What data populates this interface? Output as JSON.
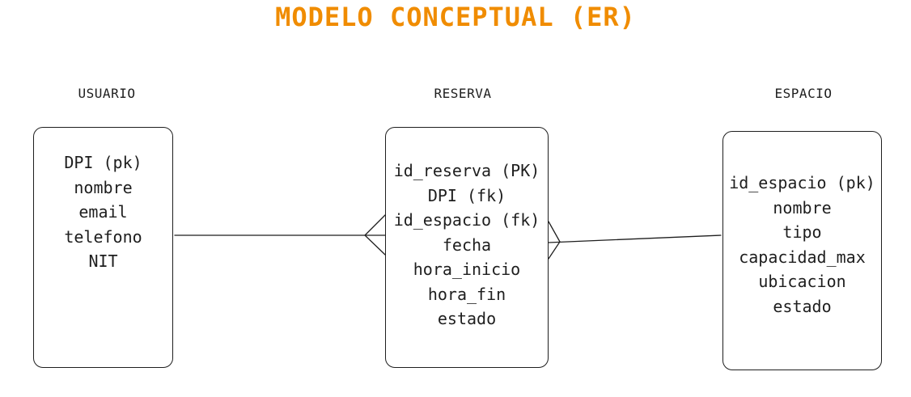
{
  "diagram": {
    "title": "MODELO CONCEPTUAL (ER)",
    "title_color": "#f08c00",
    "line_color": "#1e1e1e",
    "entities": [
      {
        "name": "USUARIO",
        "attributes": [
          "DPI (pk)",
          "nombre",
          "email",
          "telefono",
          "NIT"
        ]
      },
      {
        "name": "RESERVA",
        "attributes": [
          "id_reserva (PK)",
          "DPI (fk)",
          "id_espacio (fk)",
          "fecha",
          "hora_inicio",
          "hora_fin",
          "estado"
        ]
      },
      {
        "name": "ESPACIO",
        "attributes": [
          "id_espacio (pk)",
          "nombre",
          "tipo",
          "capacidad_max",
          "ubicacion",
          "estado"
        ]
      }
    ],
    "relationships": [
      {
        "from": "USUARIO",
        "to": "RESERVA",
        "from_cardinality": "one",
        "to_cardinality": "many"
      },
      {
        "from": "RESERVA",
        "to": "ESPACIO",
        "from_cardinality": "many",
        "to_cardinality": "one"
      }
    ]
  }
}
